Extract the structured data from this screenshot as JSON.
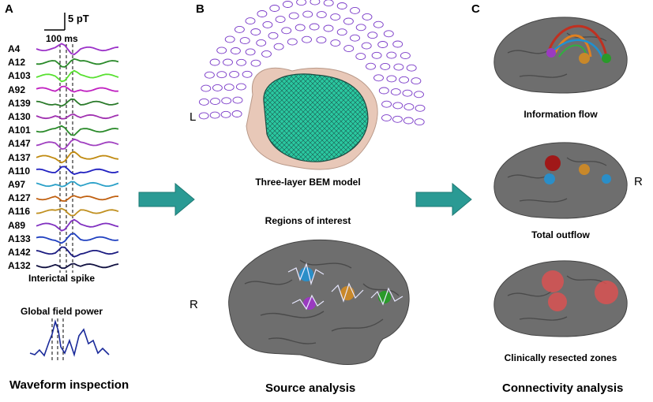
{
  "panels": {
    "a": {
      "letter": "A",
      "scale_amplitude": "5 pT",
      "scale_time": "100 ms",
      "channels": [
        "A4",
        "A12",
        "A103",
        "A92",
        "A139",
        "A130",
        "A101",
        "A147",
        "A137",
        "A110",
        "A97",
        "A127",
        "A116",
        "A89",
        "A133",
        "A142",
        "A132"
      ],
      "channel_colors": [
        "#9b30c8",
        "#2a8a2a",
        "#58e030",
        "#c020c0",
        "#2a7a2a",
        "#a030b0",
        "#2a8a2a",
        "#a040c0",
        "#c08a10",
        "#2020c0",
        "#2aa0c8",
        "#c06010",
        "#c09020",
        "#8030c0",
        "#2040c0",
        "#1a1a80",
        "#101040"
      ],
      "spike_label": "Interictal spike",
      "gfp_label": "Global field power",
      "caption": "Waveform inspection"
    },
    "b": {
      "letter": "B",
      "side_label_top": "L",
      "side_label_bottom": "R",
      "bem_label": "Three-layer BEM model",
      "roi_label": "Regions of interest",
      "caption": "Source analysis"
    },
    "c": {
      "letter": "C",
      "side_label": "R",
      "flow_label": "Information flow",
      "outflow_label": "Total outflow",
      "resected_label": "Clinically resected zones",
      "caption": "Connectivity analysis"
    }
  },
  "colors": {
    "arrow": "#2a9a94",
    "brain": "#6e6e6e",
    "roi_blue": "#2a8ec8",
    "roi_orange": "#c8882a",
    "roi_green": "#2a9a2a",
    "roi_purple": "#9a3ac0",
    "resected": "#e05050"
  }
}
